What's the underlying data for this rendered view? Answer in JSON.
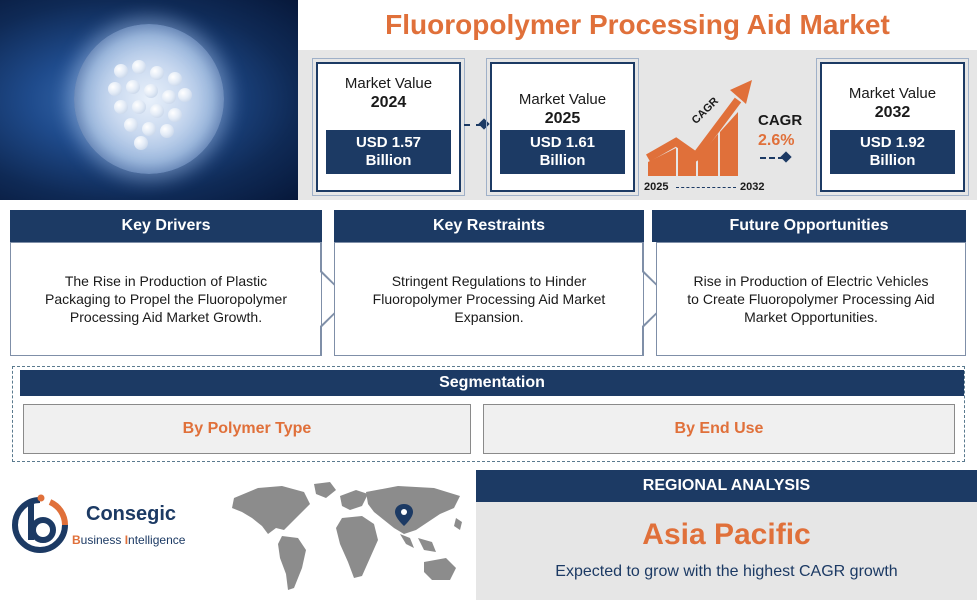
{
  "title": "Fluoropolymer Processing Aid Market",
  "market_values": [
    {
      "label": "Market Value",
      "year": "2024",
      "value_line1": "USD 1.57",
      "value_line2": "Billion"
    },
    {
      "label": "Market Value",
      "year": "2025",
      "value_line1": "USD 1.61",
      "value_line2": "Billion"
    },
    {
      "label": "Market Value",
      "year": "2032",
      "value_line1": "USD 1.92",
      "value_line2": "Billion"
    }
  ],
  "cagr": {
    "chart_label": "CAGR",
    "title": "CAGR",
    "value": "2.6%",
    "start_year": "2025",
    "end_year": "2032"
  },
  "panels": [
    {
      "heading": "Key Drivers",
      "text": "The Rise in Production of Plastic Packaging to Propel the Fluoropolymer Processing Aid Market Growth."
    },
    {
      "heading": "Key Restraints",
      "text": "Stringent Regulations to Hinder Fluoropolymer Processing Aid Market Expansion."
    },
    {
      "heading": "Future Opportunities",
      "text": "Rise in Production of Electric Vehicles to Create Fluoropolymer Processing Aid Market Opportunities."
    }
  ],
  "segmentation": {
    "heading": "Segmentation",
    "items": [
      "By Polymer Type",
      "By End Use"
    ]
  },
  "logo": {
    "name": "Consegic",
    "sub_b": "B",
    "sub_rest1": "usiness ",
    "sub_i": "I",
    "sub_rest2": "ntelligence"
  },
  "regional": {
    "heading": "REGIONAL ANALYSIS",
    "region": "Asia Pacific",
    "description": "Expected to grow with the highest CAGR growth"
  },
  "colors": {
    "navy": "#1c3a64",
    "orange": "#e0703a",
    "panel_gray": "#e6e6e6"
  }
}
